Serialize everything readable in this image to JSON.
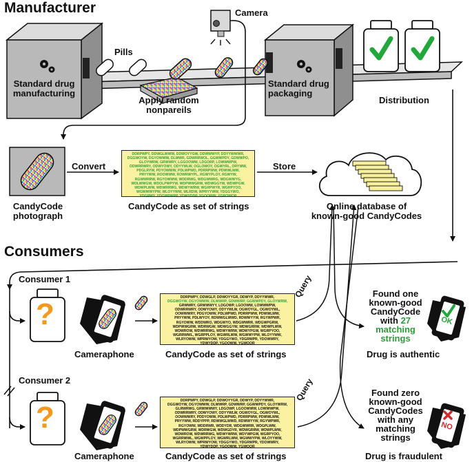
{
  "manufacturer": {
    "title": "Manufacturer",
    "camera_label": "Camera",
    "pills_label": "Pills",
    "machine1_label": [
      "Standard drug",
      "manufacturing"
    ],
    "apply_label": [
      "Apply random",
      "nonpareils"
    ],
    "machine2_label": [
      "Standard drug",
      "packaging"
    ],
    "distribution_label": "Distribution",
    "convert_label": "Convert",
    "store_label": "Store",
    "photo_label": [
      "CandyCode",
      "photograph"
    ],
    "strings_label": "CandyCode as set of strings",
    "database_label": [
      "Online database of",
      "known-good CandyCodes"
    ],
    "strings_lines": [
      "DDRPWPY, DDWGLWWW, DDWOYYGW, DDWWWYP, DDYYWWWR,",
      "DGGWOYW, DGYOWWW, DLWWR, GDWRRWOL, GGWWPDY, GDWWPO,",
      "GLOYWRW, GRWWRY, LGGOOWW, LDGORP, LOWWWPW,",
      "ODWRRWRY, ODWYOWY, ODYYWLW, OGLOWOY, OGWYRL, ORYWW,",
      "PDGLRYW, PDYOWWW, PDLWPWD, PDRRPWW, PDWWLWW,",
      "PRYYWW, ROOWWW, ROWRWYPL, RGWYPLOY, RGWYW,",
      "RGWWRRW, RGYOWWW, WDDRWG, WDGWWRG, WDGWWYG,",
      "WDLWWGW, WDOLPWPYW, WDPWWGRW, WDWGGYW, WDWPGW,",
      "WDWPLWW, WDWRRWG, WDWYWRW, WGRPWYR, WGRPYOO,",
      "WGWWWYPW, WLOYYWW, WLRDW, WPRYYWW, YDGGYWO,",
      "YDGRWY, YDGWPWRP, YDWYDDP, YGOOWW, YGROWOR"
    ]
  },
  "consumers": {
    "title": "Consumers",
    "consumer1_label": "Consumer 1",
    "consumer2_label": "Consumer 2",
    "query_label": "Query",
    "question_mark": "?",
    "cameraphone_label": "Cameraphone",
    "strings_label": "CandyCode as set of strings",
    "c1_lines": [
      {
        "text": "DDRPWPY, DDWGLP, DDWOYYGR, DDWYP, DDYYWWR,",
        "match": false
      },
      {
        "text": "DGGWOYW, DGYOWWW, DLWWRP, GDWWRP, GGWWPDY, GLOYWRW,",
        "match": true
      },
      {
        "text": "GRWWRY, GRWWWYY, LDGOWP, LGOOWW, LOWWWPW,",
        "match": false
      },
      {
        "text": "ODWRRWRY, ODWYOWY, ODYYWLW, OGWOYGL, OGWOYWL,",
        "match": false
      },
      {
        "text": "OOWWWRY, PDGYOWW, PDLWPWD, PDRRPWW, PDWWLWW,",
        "match": false
      },
      {
        "text": "PRYYWW, PDLWYOY, RDWWGLWWD, RDWWYYW, RGYWPWR,",
        "match": false
      },
      {
        "text": "RGYOWW, WDDWRO, WDGWYO, WDGWWRR, WDGWPGRW,",
        "match": false
      },
      {
        "text": "WDPWWGRW, WDRWGW, WDWGGYW, WDWGRRW, WDWPLWW,",
        "match": false
      },
      {
        "text": "WDWROW, WDWRRWG, WDWYWRW, WDWYPGW, WGRPYOO,",
        "match": false
      },
      {
        "text": "WGRRWWL, WGRPPLOY, WGWRLWW, WGWWYPW, WLOYYWW,",
        "match": false
      },
      {
        "text": "WLRYOWW, WPRWYOW, YDGGYWO, YDGRWPR, YDOWWRY,",
        "match": false
      },
      {
        "text": "YDWYDDP, YGOOWW, YGWOOR",
        "match": false
      }
    ],
    "c2_lines": [
      "DDRPWPY, DDWGLP, DDWOYYGR, DDWYP, DDYYWWR,",
      "DGGWOYW, DGYOWWW, DLWWRP, GDWWRP, GGWWPDY, GLOYWRW,",
      "GLRWRWG, GRWWWWY, LDGOWP, LGOOWWW, LOWWWPW,",
      "ODWRRWRY, ODWYOWY, ODYYWLW, OGWOYGL, OGWOYWL,",
      "OOWWWRY, PDDYOWW, PDLWPWD, PDRRPWW, PDWWLWW,",
      "PRYYWW, RDDYPPP, RDWWGLWWD, RDWWYYW, RGYWPWR,",
      "RGYOWW, WDDRWR, WDDYDR, WDGWWRR, WDGPLWW,",
      "WDPWWGRW, WDRWGW, WDWGDYR, WDWGRRW, WDWPLWW,",
      "WDWROW, WDWRRWG, WDWYWRW, WDYWPGW, WGRPYOO,",
      "WGRRWWL, WGWPPLOY, WGWRLWW, WGWWYPW, WLOYYWW,",
      "WLRYOWW, WPRWYOW, YDGGYWO, YDGRWPR, YDOWWRY,",
      "YDWYDDP, YGOOWW, YGWOOR"
    ],
    "result1": {
      "text": [
        "Found one",
        "known-good",
        "CandyCode",
        "with"
      ],
      "count": "27",
      "count_tail": [
        "matching",
        "strings"
      ],
      "verdict": "Drug is authentic",
      "badge": "OK",
      "badge_color": "#2e9d3a"
    },
    "result2": {
      "text": [
        "Found zero",
        "known-good",
        "CandyCodes",
        "with any",
        "matching",
        "strings"
      ],
      "verdict": "Drug is fraudulent",
      "badge": "NO",
      "badge_color": "#d62a2a"
    }
  },
  "colors": {
    "strings_bg": "#fbf2a1",
    "match_green": "#2e9d3a",
    "check_green": "#22a83a",
    "question_orange": "#f39a1e",
    "machine_gray": "#b9b9b9",
    "db_yellow": "#f7ef9b"
  }
}
